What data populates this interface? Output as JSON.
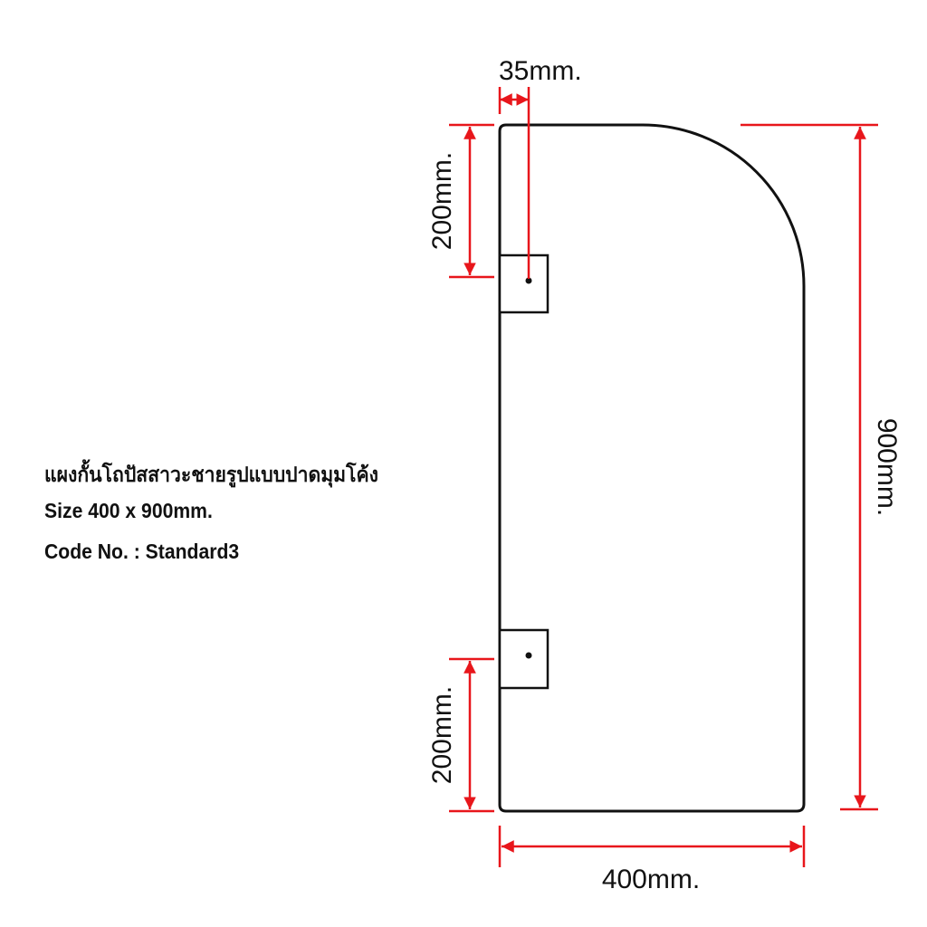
{
  "product": {
    "title": "แผงกั้นโถปัสสาวะชายรูปแบบปาดมุมโค้ง",
    "size": "Size 400 x 900mm.",
    "code": "Code No. : Standard3"
  },
  "dimensions": {
    "bracket_offset": "35mm.",
    "top_bracket": "200mm.",
    "bottom_bracket": "200mm.",
    "height": "900mm.",
    "width": "400mm."
  },
  "colors": {
    "dimension": "#e8161b",
    "outline": "#111111"
  }
}
